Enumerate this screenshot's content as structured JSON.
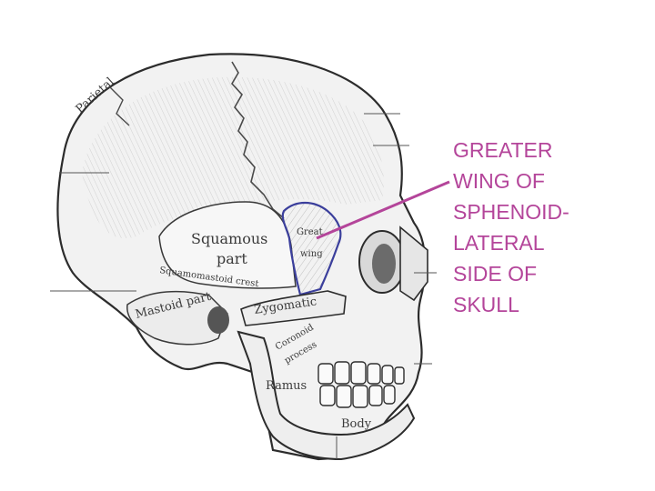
{
  "callout": {
    "lines": [
      "GREATER",
      "WING OF",
      "SPHENOID-",
      "LATERAL",
      "SIDE OF",
      "SKULL"
    ],
    "color": "#b4459a"
  },
  "labels": {
    "parietal": "Parietal",
    "squamous": "Squamous",
    "part": "part",
    "squamomastoid": "Squamomastoid crest",
    "mastoid": "Mastoid part",
    "zygomatic": "Zygomatic",
    "greater": "Great",
    "wing": "wing",
    "coronoid": "Coronoid",
    "process": "process",
    "ramus": "Ramus",
    "body": "Body"
  },
  "colors": {
    "outline": "#2c2c2c",
    "highlight": "#3b3f9c",
    "arrow": "#b4459a"
  }
}
